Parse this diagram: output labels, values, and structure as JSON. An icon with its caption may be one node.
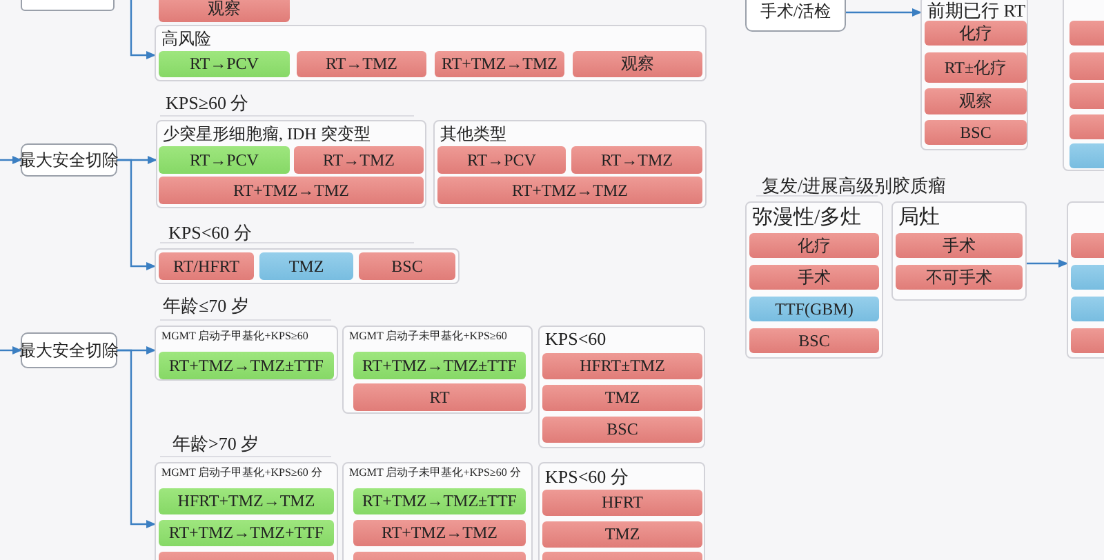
{
  "diagram": {
    "nodes": [
      {
        "text": [],
        "shape": "box"
      },
      {
        "text": [
          "观察"
        ]
      },
      {
        "text": [
          "高风险"
        ]
      },
      {
        "text": [
          "RT→PCV"
        ],
        "in": 2
      },
      {
        "text": [
          "RT→TMZ"
        ],
        "in": 2
      },
      {
        "text": [
          "RT+TMZ→TMZ"
        ],
        "in": 2
      },
      {
        "text": [
          "观察"
        ],
        "in": 2
      },
      {
        "text": [
          "最大安全切除"
        ]
      },
      {
        "text": [
          "少突星形细胞瘤, IDH 突变型"
        ]
      },
      {
        "text": [
          "RT→PCV"
        ],
        "in": 8
      },
      {
        "text": [
          "RT→TMZ"
        ],
        "in": 8
      },
      {
        "text": [
          "RT+TMZ→TMZ"
        ],
        "in": 8
      },
      {
        "text": [
          "其他类型"
        ]
      },
      {
        "text": [
          "RT→PCV"
        ],
        "in": 12
      },
      {
        "text": [
          "RT→TMZ"
        ],
        "in": 12
      },
      {
        "text": [
          "RT+TMZ→TMZ"
        ],
        "in": 12
      },
      {
        "text": [],
        "shape": "box"
      },
      {
        "text": [
          "RT/HFRT"
        ],
        "in": 16
      },
      {
        "text": [
          "TMZ"
        ],
        "in": 16
      },
      {
        "text": [
          "BSC"
        ],
        "in": 16
      },
      {
        "text": [
          "最大安全切除"
        ]
      },
      {
        "text": [
          "MGMT 启动子甲基化+KPS≥60"
        ]
      },
      {
        "text": [
          "RT+TMZ→TMZ±TTF"
        ],
        "in": 21
      },
      {
        "text": [
          "MGMT 启动子未甲基化+KPS≥60"
        ]
      },
      {
        "text": [
          "RT+TMZ→TMZ±TTF"
        ],
        "in": 23
      },
      {
        "text": [
          "RT"
        ],
        "in": 23
      },
      {
        "text": [
          "KPS<60"
        ]
      },
      {
        "text": [
          "HFRT±TMZ"
        ],
        "in": 26
      },
      {
        "text": [
          "TMZ"
        ],
        "in": 26
      },
      {
        "text": [
          "BSC"
        ],
        "in": 26
      },
      {
        "text": [
          "MGMT 启动子甲基化+KPS≥60 分"
        ]
      },
      {
        "text": [
          "HFRT+TMZ→TMZ"
        ],
        "in": 30
      },
      {
        "text": [
          "RT+TMZ→TMZ+TTF"
        ],
        "in": 30
      },
      {
        "text": [],
        "shape": "box",
        "in": 30
      },
      {
        "text": [
          "MGMT 启动子未甲基化+KPS≥60 分"
        ]
      },
      {
        "text": [
          "RT+TMZ→TMZ±TTF"
        ],
        "in": 34
      },
      {
        "text": [
          "RT+TMZ→TMZ"
        ],
        "in": 34
      },
      {
        "text": [],
        "shape": "box",
        "in": 34
      },
      {
        "text": [
          "KPS<60 分"
        ]
      },
      {
        "text": [
          "HFRT"
        ],
        "in": 38
      },
      {
        "text": [
          "TMZ"
        ],
        "in": 38
      },
      {
        "text": [],
        "shape": "box",
        "in": 38
      },
      {
        "text": [
          "手术/活检"
        ]
      },
      {
        "text": [
          "前期已行 RT"
        ]
      },
      {
        "text": [
          "化疗"
        ],
        "in": 43
      },
      {
        "text": [
          "RT±化疗"
        ],
        "in": 43
      },
      {
        "text": [
          "观察"
        ],
        "in": 43
      },
      {
        "text": [
          "BSC"
        ],
        "in": 43
      },
      {
        "text": [],
        "shape": "box"
      },
      {
        "text": [],
        "shape": "box",
        "in": 48
      },
      {
        "text": [],
        "shape": "box",
        "in": 48
      },
      {
        "text": [],
        "shape": "box",
        "in": 48
      },
      {
        "text": [],
        "shape": "box",
        "in": 48
      },
      {
        "text": [],
        "shape": "box",
        "in": 48
      },
      {
        "text": [
          "弥漫性/多灶"
        ]
      },
      {
        "text": [
          "化疗"
        ],
        "in": 54
      },
      {
        "text": [
          "手术"
        ],
        "in": 54
      },
      {
        "text": [
          "TTF(GBM)"
        ],
        "in": 54
      },
      {
        "text": [
          "BSC"
        ],
        "in": 54
      },
      {
        "text": [
          "局灶"
        ]
      },
      {
        "text": [
          "手术"
        ],
        "in": 59
      },
      {
        "text": [
          "不可手术"
        ],
        "in": 59
      },
      {
        "text": [],
        "shape": "box"
      },
      {
        "text": [],
        "shape": "box",
        "in": 62
      },
      {
        "text": [],
        "shape": "box",
        "in": 62
      },
      {
        "text": [],
        "shape": "box",
        "in": 62
      },
      {
        "text": [],
        "shape": "box",
        "in": 62
      }
    ],
    "edges": [
      {
        "from": 0,
        "to": 2,
        "arrow": "to"
      },
      {
        "from": null,
        "to": 7,
        "arrow": "to"
      },
      {
        "from": 7,
        "to": 8,
        "arrow": "to"
      },
      {
        "from": 7,
        "to": 16,
        "arrow": "to"
      },
      {
        "from": null,
        "to": 20,
        "arrow": "to"
      },
      {
        "from": 20,
        "to": 21,
        "arrow": "to"
      },
      {
        "from": 20,
        "to": 30,
        "arrow": "to"
      },
      {
        "from": 42,
        "to": 43,
        "arrow": "to"
      },
      {
        "from": 59,
        "to": 62,
        "arrow": "to"
      }
    ],
    "labels": [
      "KPS≥60 分",
      "KPS<60 分",
      "年龄≤70 岁",
      "年龄>70 岁",
      "复发/进展高级别胶质瘤"
    ]
  }
}
